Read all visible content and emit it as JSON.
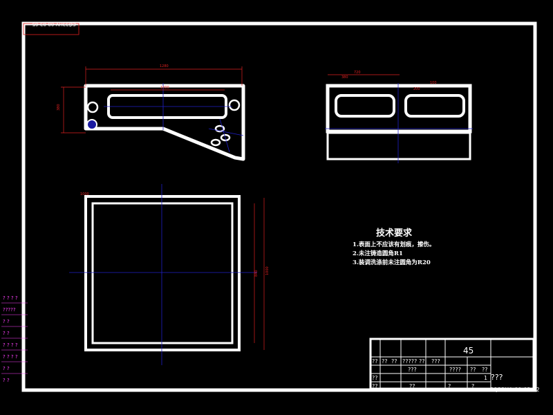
{
  "drawing_number": "CQ33HA-00-03-02",
  "drawing_number_mirrored": "CQ33HA-00-03-02",
  "tech_requirements": {
    "title": "技术要求",
    "items": [
      "1.表面上不应该有划痕，擦伤。",
      "2.未注铸造圆角R1",
      "3.装调洗涤前未注圆角为R20"
    ]
  },
  "title_block": {
    "material": "45",
    "header_cells": [
      "??",
      "??",
      "??",
      "?????",
      "??",
      "???"
    ],
    "mid_cells": [
      "????",
      "??",
      "??"
    ],
    "scale_mark": "1",
    "name_cell": "???",
    "row_cells": [
      "???",
      "??",
      "??",
      "??"
    ],
    "footer_cells": [
      "?",
      "?"
    ]
  },
  "side_table": {
    "rows": [
      "? ? ? ?",
      "?????",
      "? ?",
      "? ?",
      "? ? ? ?",
      "? ? ? ?",
      "? ?",
      "? ?"
    ]
  },
  "dimensions": {
    "front_overall_width": "1280",
    "front_slot_width": "1000",
    "front_height": "380",
    "top_width": "720",
    "top_left": "380",
    "top_right": "200",
    "top_small": "100",
    "plan_width": "1000",
    "plan_height": "1000",
    "plan_inner": "840"
  },
  "colors": {
    "background": "#000000",
    "outline": "#ffffff",
    "centerline": "#2020c8",
    "dimension": "#e02020",
    "table_text": "#ff40ff"
  }
}
